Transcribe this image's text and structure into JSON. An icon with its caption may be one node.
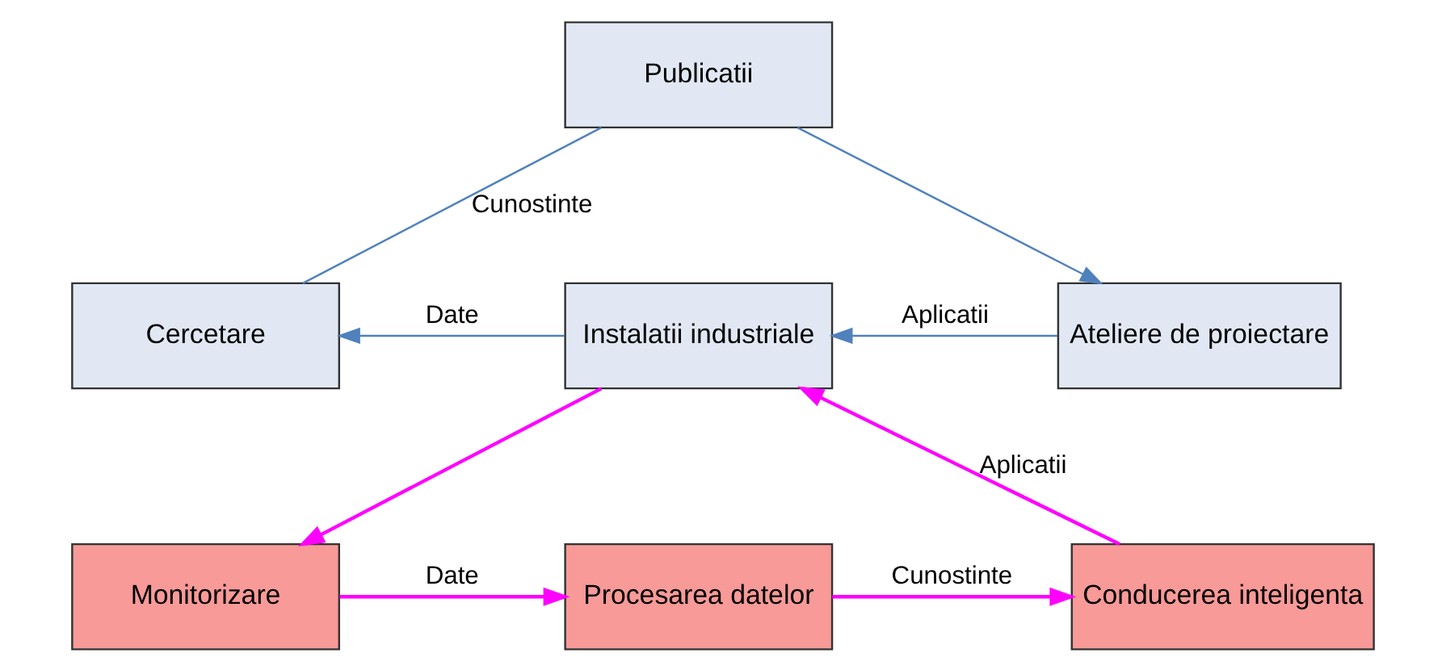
{
  "diagram": {
    "nodes": [
      {
        "text": [
          "Publicatii"
        ]
      },
      {
        "text": [
          "Cercetare"
        ]
      },
      {
        "text": [
          "Instalatii industriale"
        ]
      },
      {
        "text": [
          "Ateliere de proiectare"
        ]
      },
      {
        "text": [
          "Monitorizare"
        ]
      },
      {
        "text": [
          "Procesarea datelor"
        ]
      },
      {
        "text": [
          "Conducerea inteligenta"
        ]
      }
    ],
    "edges": [
      {
        "from": 1,
        "to": 0,
        "arrow": "none",
        "label": "Cunostinte"
      },
      {
        "from": 0,
        "to": 3,
        "arrow": "to"
      },
      {
        "from": 2,
        "to": 1,
        "arrow": "to",
        "label": "Date"
      },
      {
        "from": 3,
        "to": 2,
        "arrow": "to",
        "label": "Aplicatii"
      },
      {
        "from": 2,
        "to": 4,
        "arrow": "to",
        "color": "#ff00ff"
      },
      {
        "from": 4,
        "to": 5,
        "arrow": "to",
        "label": "Date",
        "color": "#ff00ff"
      },
      {
        "from": 5,
        "to": 6,
        "arrow": "to",
        "label": "Cunostinte",
        "color": "#ff00ff"
      },
      {
        "from": 6,
        "to": 2,
        "arrow": "to",
        "label": "Aplicatii",
        "color": "#ff00ff"
      }
    ]
  }
}
